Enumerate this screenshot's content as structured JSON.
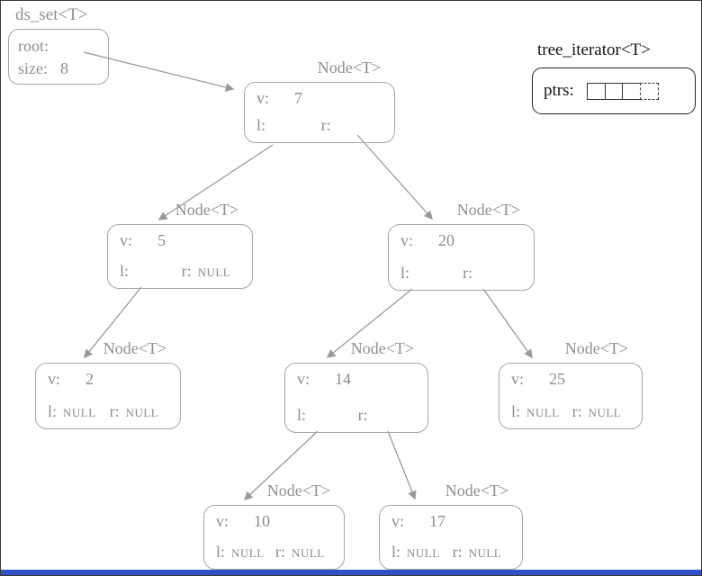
{
  "ds_set": {
    "title": "ds_set<T>",
    "root_label": "root:",
    "size_label": "size:",
    "size_value": "8"
  },
  "iterator": {
    "title": "tree_iterator<T>",
    "ptrs_label": "ptrs:"
  },
  "node_title": "Node<T>",
  "labels": {
    "v": "v:",
    "l": "l:",
    "r": "r:"
  },
  "nodes": [
    {
      "value": "7",
      "left": "",
      "right": ""
    },
    {
      "value": "5",
      "left": "",
      "right": "NULL"
    },
    {
      "value": "20",
      "left": "",
      "right": ""
    },
    {
      "value": "2",
      "left": "NULL",
      "right": "NULL"
    },
    {
      "value": "14",
      "left": "",
      "right": ""
    },
    {
      "value": "25",
      "left": "NULL",
      "right": "NULL"
    },
    {
      "value": "10",
      "left": "NULL",
      "right": "NULL"
    },
    {
      "value": "17",
      "left": "NULL",
      "right": "NULL"
    }
  ],
  "colors": {
    "diagram_gray": "#8d8d8d",
    "border_gray": "#a6a6a6",
    "iterator_black": "#141414",
    "bottom_bar_blue": "#3050c8"
  }
}
